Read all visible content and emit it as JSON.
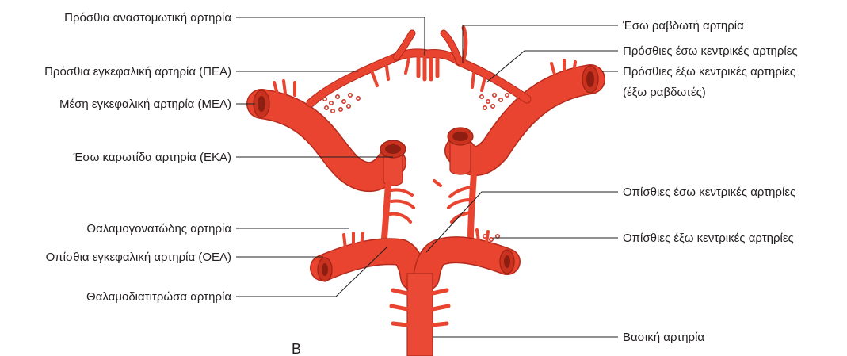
{
  "labels": {
    "ant_communicating": "Πρόσθια αναστομωτική αρτηρία",
    "aca": "Πρόσθια εγκεφαλική αρτηρία (ΠΕΑ)",
    "mca": "Μέση εγκεφαλική αρτηρία (ΜΕΑ)",
    "ica": "Έσω καρωτίδα αρτηρία (ΕΚΑ)",
    "thalamogeniculate": "Θαλαμογονατώδης αρτηρία",
    "pca": "Οπίσθια εγκεφαλική αρτηρία (ΟΕΑ)",
    "thalamoperforating": "Θαλαμοδιατιτρώσα αρτηρία",
    "recurrent_striate": "Έσω ραβδωτή αρτηρία",
    "ant_medial_central": "Πρόσθιες έσω κεντρικές αρτηρίες",
    "ant_lateral_central_1": "Πρόσθιες έξω κεντρικές αρτηρίες",
    "ant_lateral_central_2": "(έξω ραβδωτές)",
    "post_medial_central": "Οπίσθιες έσω κεντρικές αρτηρίες",
    "post_lateral_central": "Οπίσθιες έξω κεντρικές αρτηρίες",
    "basilar": "Βασική αρτηρία",
    "panel": "B"
  },
  "colors": {
    "vessel": "#ea4a35",
    "vessel_edge": "#b42a1c",
    "text": "#231f20"
  }
}
